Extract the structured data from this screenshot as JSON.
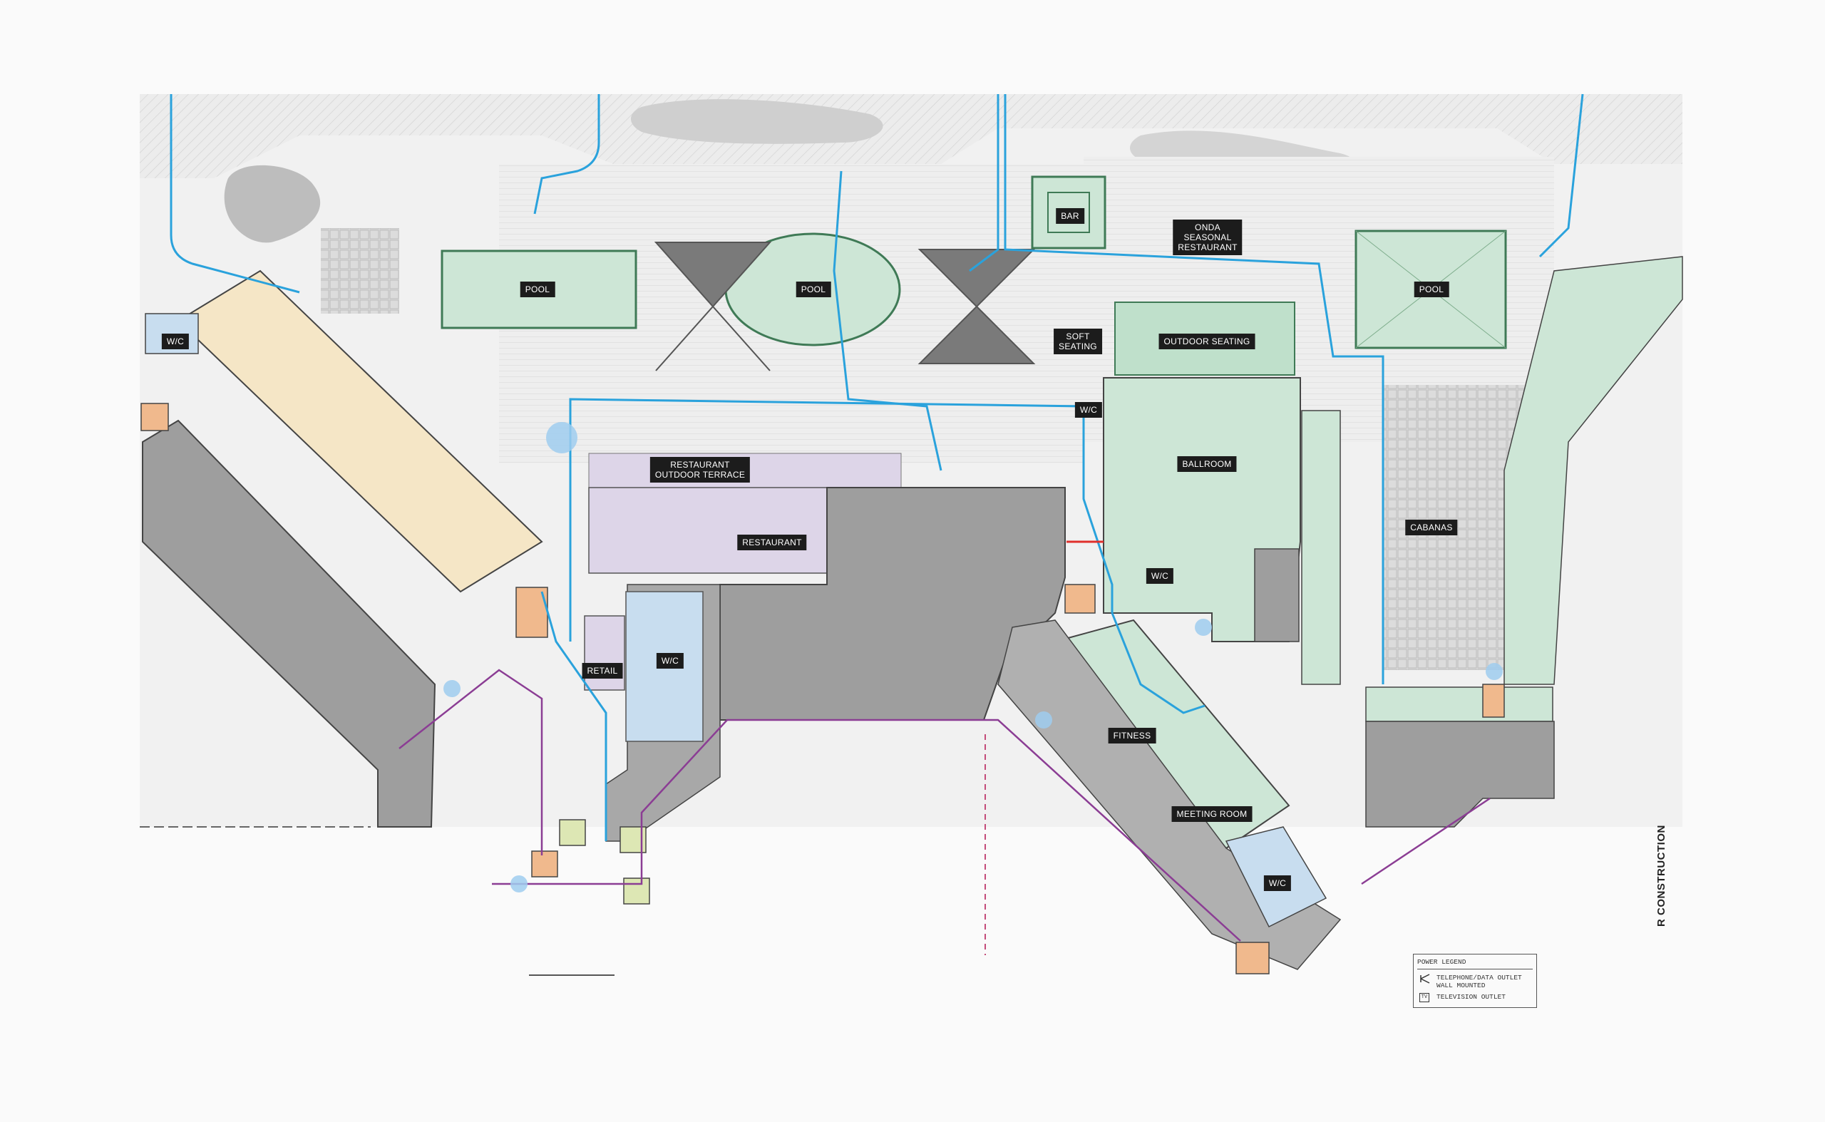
{
  "labels": {
    "pool_left": "POOL",
    "pool_center": "POOL",
    "pool_right": "POOL",
    "bar": "BAR",
    "onda": "ONDA\nSEASONAL\nRESTAURANT",
    "soft_seating": "SOFT\nSEATING",
    "outdoor_seating": "OUTDOOR SEATING",
    "wc_top_left": "W/C",
    "wc_ballroom_top": "W/C",
    "wc_ballroom_bottom": "W/C",
    "wc_retail": "W/C",
    "wc_bottom_right": "W/C",
    "ballroom": "BALLROOM",
    "restaurant_terrace": "RESTAURANT\nOUTDOOR TERRACE",
    "restaurant": "RESTAURANT",
    "retail": "RETAIL",
    "fitness": "FITNESS",
    "meeting_room": "MEETING ROOM",
    "cabanas": "CABANAS"
  },
  "legend": {
    "title": "POWER LEGEND",
    "items": [
      {
        "symbol": "telephone-data-outlet",
        "text": "TELEPHONE/DATA OUTLET\nWALL MOUNTED"
      },
      {
        "symbol": "tv-outlet",
        "symbol_text": "TV",
        "text": "TELEVISION OUTLET"
      }
    ]
  },
  "side_text": "R CONSTRUCTION",
  "colors": {
    "background": "#fafafa",
    "site": "#e9e9e9",
    "pool_green": "#cde6d6",
    "building_gray": "#9e9e9e",
    "guest_rooms": "#f5e6c6",
    "wc_blue": "#c8ddef",
    "restaurant_lilac": "#ddd5e8",
    "circulation_blue": "#2aa2dc",
    "egress_purple": "#8b3d94",
    "stair_orange": "#f0b98d",
    "label_bg": "#1c1c1c"
  }
}
